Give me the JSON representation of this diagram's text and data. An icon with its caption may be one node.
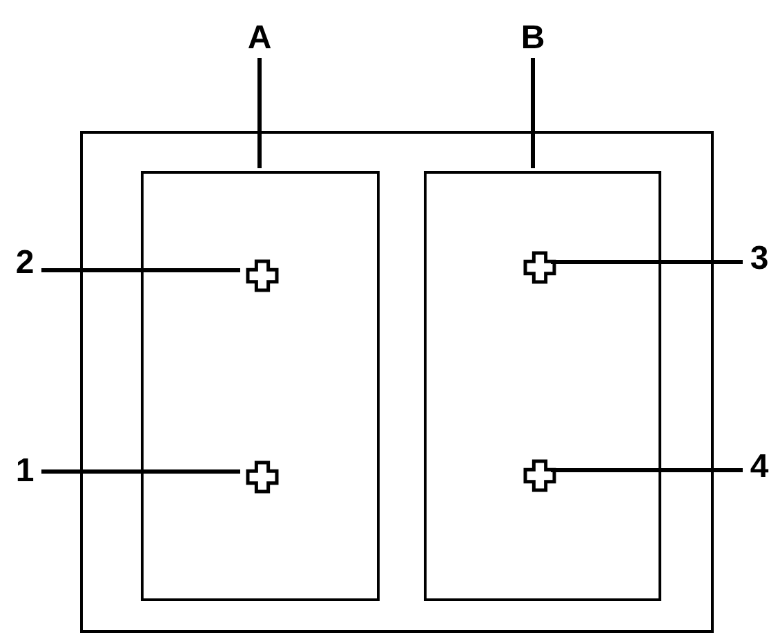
{
  "diagram": {
    "nodes": [
      {
        "text": [],
        "shape": "box"
      },
      {
        "text": [],
        "shape": "box",
        "in": 0
      },
      {
        "text": [],
        "shape": "box",
        "in": 0
      },
      {
        "text": [],
        "shape": "cross",
        "in": 1
      },
      {
        "text": [],
        "shape": "cross",
        "in": 1
      },
      {
        "text": [],
        "shape": "cross",
        "in": 2
      },
      {
        "text": [],
        "shape": "cross",
        "in": 2
      },
      {
        "text": [
          "A"
        ]
      },
      {
        "text": [
          "B"
        ]
      },
      {
        "text": [
          "2"
        ]
      },
      {
        "text": [
          "3"
        ]
      },
      {
        "text": [
          "1"
        ]
      },
      {
        "text": [
          "4"
        ]
      }
    ],
    "edges": [
      {
        "from": 7,
        "to": 1,
        "arrow": "none"
      },
      {
        "from": 8,
        "to": 2,
        "arrow": "none"
      },
      {
        "from": 9,
        "to": 3,
        "arrow": "none"
      },
      {
        "from": 10,
        "to": 5,
        "arrow": "none"
      },
      {
        "from": 11,
        "to": 4,
        "arrow": "none"
      },
      {
        "from": 12,
        "to": 6,
        "arrow": "none"
      }
    ]
  }
}
